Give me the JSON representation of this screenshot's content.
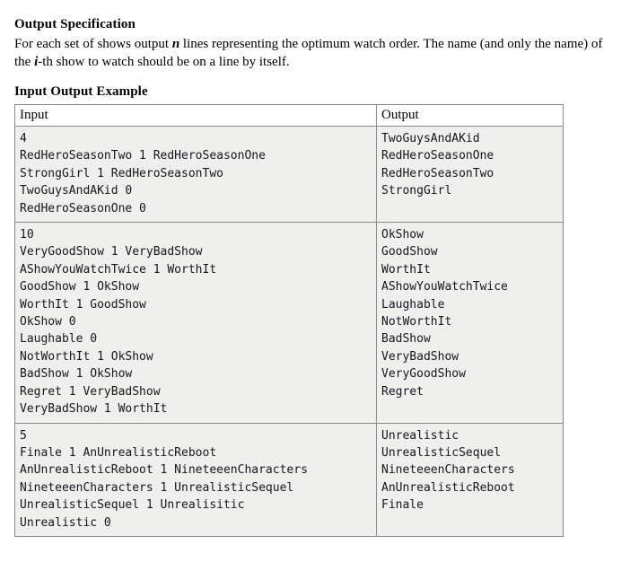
{
  "document": {
    "output_spec": {
      "heading": "Output Specification",
      "paragraph_part1": "For each set of shows output ",
      "paragraph_em1": "n",
      "paragraph_part2": " lines representing the optimum watch order. The name (and only the name) of the ",
      "paragraph_em2": "i",
      "paragraph_part3": "-th show to watch should be on a line by itself."
    },
    "example": {
      "heading": "Input Output Example",
      "columns": [
        "Input",
        "Output"
      ],
      "rows": [
        {
          "input": "4\nRedHeroSeasonTwo 1 RedHeroSeasonOne\nStrongGirl 1 RedHeroSeasonTwo\nTwoGuysAndAKid 0\nRedHeroSeasonOne 0",
          "output": "TwoGuysAndAKid\nRedHeroSeasonOne\nRedHeroSeasonTwo\nStrongGirl"
        },
        {
          "input": "10\nVeryGoodShow 1 VeryBadShow\nAShowYouWatchTwice 1 WorthIt\nGoodShow 1 OkShow\nWorthIt 1 GoodShow\nOkShow 0\nLaughable 0\nNotWorthIt 1 OkShow\nBadShow 1 OkShow\nRegret 1 VeryBadShow\nVeryBadShow 1 WorthIt",
          "output": "OkShow\nGoodShow\nWorthIt\nAShowYouWatchTwice\nLaughable\nNotWorthIt\nBadShow\nVeryBadShow\nVeryGoodShow\nRegret"
        },
        {
          "input": "5\nFinale 1 AnUnrealisticReboot\nAnUnrealisticReboot 1 NineteeenCharacters\nNineteeenCharacters 1 UnrealisticSequel\nUnrealisticSequel 1 Unrealisitic\nUnrealistic 0",
          "output": "Unrealistic\nUnrealisticSequel\nNineteeenCharacters\nAnUnrealisticReboot\nFinale"
        }
      ]
    }
  },
  "colors": {
    "table_border": "#8a8a8a",
    "cell_background": "#efefed",
    "header_background": "#ffffff",
    "code_text": "#16161e",
    "page_background": "#ffffff"
  }
}
